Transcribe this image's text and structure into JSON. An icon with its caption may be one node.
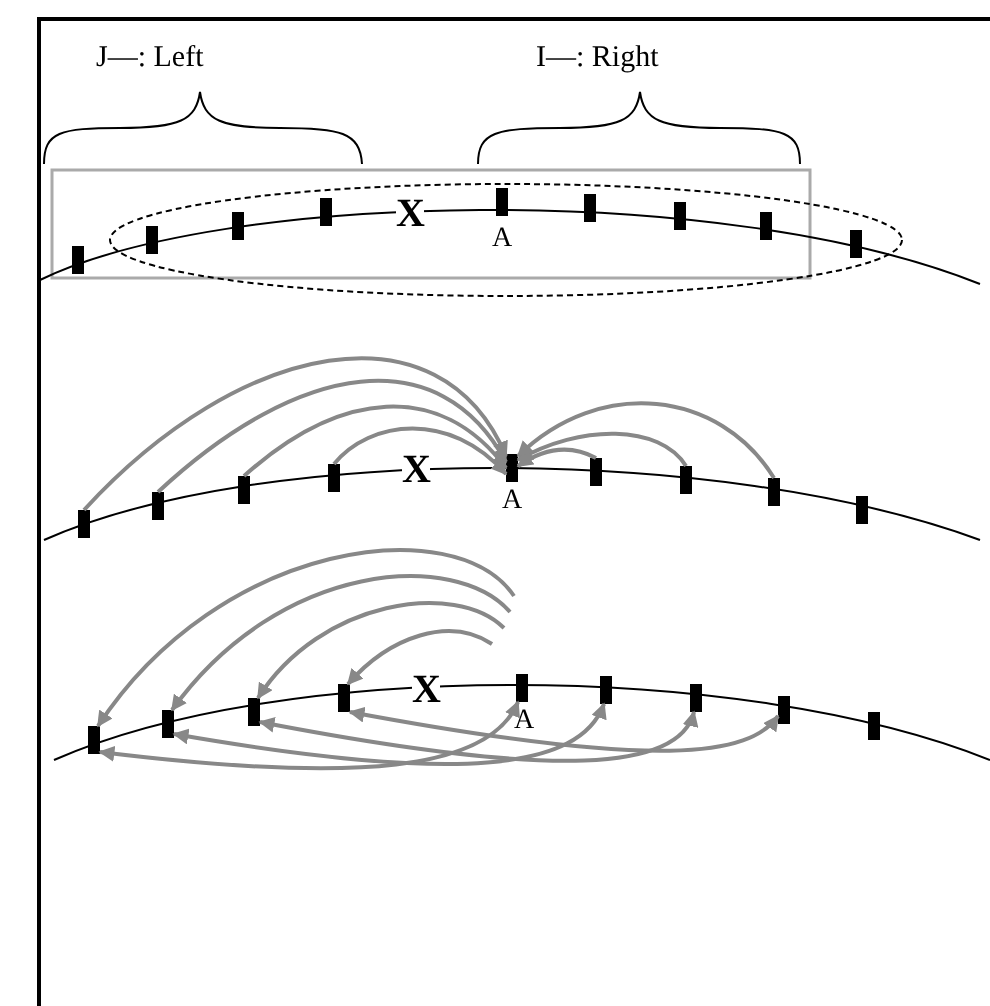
{
  "diagram": {
    "nodes": [
      {
        "text": [],
        "shape": "bar"
      },
      {
        "text": [],
        "shape": "bar"
      },
      {
        "text": [],
        "shape": "bar"
      },
      {
        "text": [],
        "shape": "bar"
      },
      {
        "text": [],
        "shape": "bar"
      },
      {
        "text": [],
        "shape": "bar"
      },
      {
        "text": [],
        "shape": "bar"
      },
      {
        "text": [],
        "shape": "bar"
      },
      {
        "text": [],
        "shape": "bar"
      },
      {
        "text": [],
        "shape": "bar"
      },
      {
        "text": [],
        "shape": "bar"
      },
      {
        "text": [],
        "shape": "bar"
      },
      {
        "text": [],
        "shape": "bar"
      },
      {
        "text": [],
        "shape": "bar"
      },
      {
        "text": [],
        "shape": "bar"
      },
      {
        "text": [],
        "shape": "bar"
      },
      {
        "text": [],
        "shape": "bar"
      },
      {
        "text": [],
        "shape": "bar"
      },
      {
        "text": [],
        "shape": "bar"
      },
      {
        "text": [],
        "shape": "bar"
      },
      {
        "text": [],
        "shape": "bar"
      },
      {
        "text": [],
        "shape": "bar"
      },
      {
        "text": [],
        "shape": "bar"
      },
      {
        "text": [],
        "shape": "bar"
      },
      {
        "text": [],
        "shape": "bar"
      },
      {
        "text": [],
        "shape": "bar"
      },
      {
        "text": [],
        "shape": "bar"
      }
    ],
    "edges": [
      {
        "from": 9,
        "to": 13,
        "arrow": "to"
      },
      {
        "from": 10,
        "to": 13,
        "arrow": "to"
      },
      {
        "from": 11,
        "to": 13,
        "arrow": "to"
      },
      {
        "from": 12,
        "to": 13,
        "arrow": "to"
      },
      {
        "from": 14,
        "to": 13,
        "arrow": "to"
      },
      {
        "from": 15,
        "to": 13,
        "arrow": "to"
      },
      {
        "from": 16,
        "to": 13,
        "arrow": "to"
      },
      {
        "from": null,
        "to": 21,
        "arrow": "to"
      },
      {
        "from": null,
        "to": 20,
        "arrow": "to"
      },
      {
        "from": null,
        "to": 19,
        "arrow": "to"
      },
      {
        "from": null,
        "to": 18,
        "arrow": "to"
      },
      {
        "from": 18,
        "to": 22,
        "arrow": "both"
      },
      {
        "from": 19,
        "to": 23,
        "arrow": "both"
      },
      {
        "from": 20,
        "to": 24,
        "arrow": "both"
      },
      {
        "from": 21,
        "to": 25,
        "arrow": "both"
      }
    ],
    "labels": [
      "J—: Left",
      "I—: Right",
      "X",
      "A",
      "X",
      "A",
      "X",
      "A"
    ]
  }
}
